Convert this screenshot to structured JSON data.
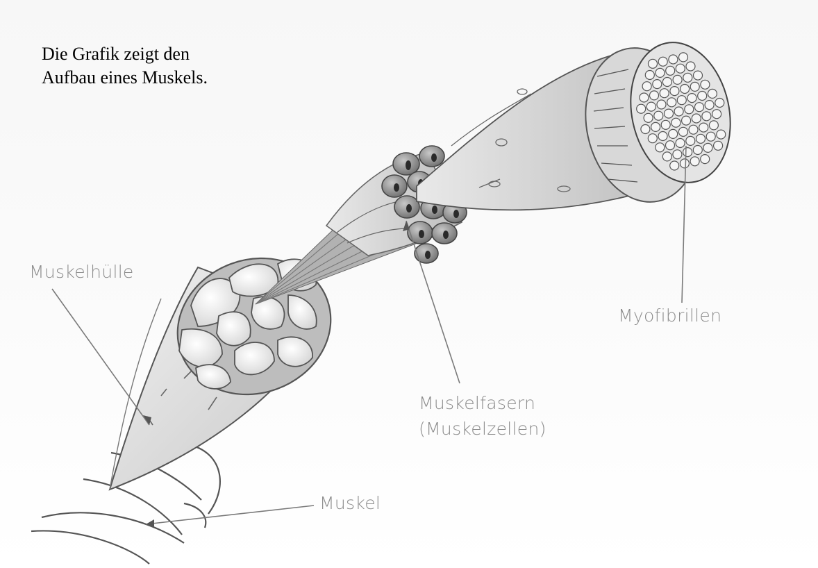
{
  "caption": {
    "line1": "Die Grafik zeigt den",
    "line2": "Aufbau eines Muskels."
  },
  "labels": {
    "muskelhuelle": "Muskelhülle",
    "myofibrillen": "Myofibrillen",
    "muskelfasern_line1": "Muskelfasern",
    "muskelfasern_line2": "(Muskelzellen)",
    "muskel": "Muskel"
  },
  "colors": {
    "outline": "#555555",
    "fill_light": "#e6e6e6",
    "fill_mid": "#cfcfcf",
    "fill_dark": "#8a8a8a",
    "label_text": "#8c8c8c",
    "leader_line": "#7a7a7a"
  }
}
